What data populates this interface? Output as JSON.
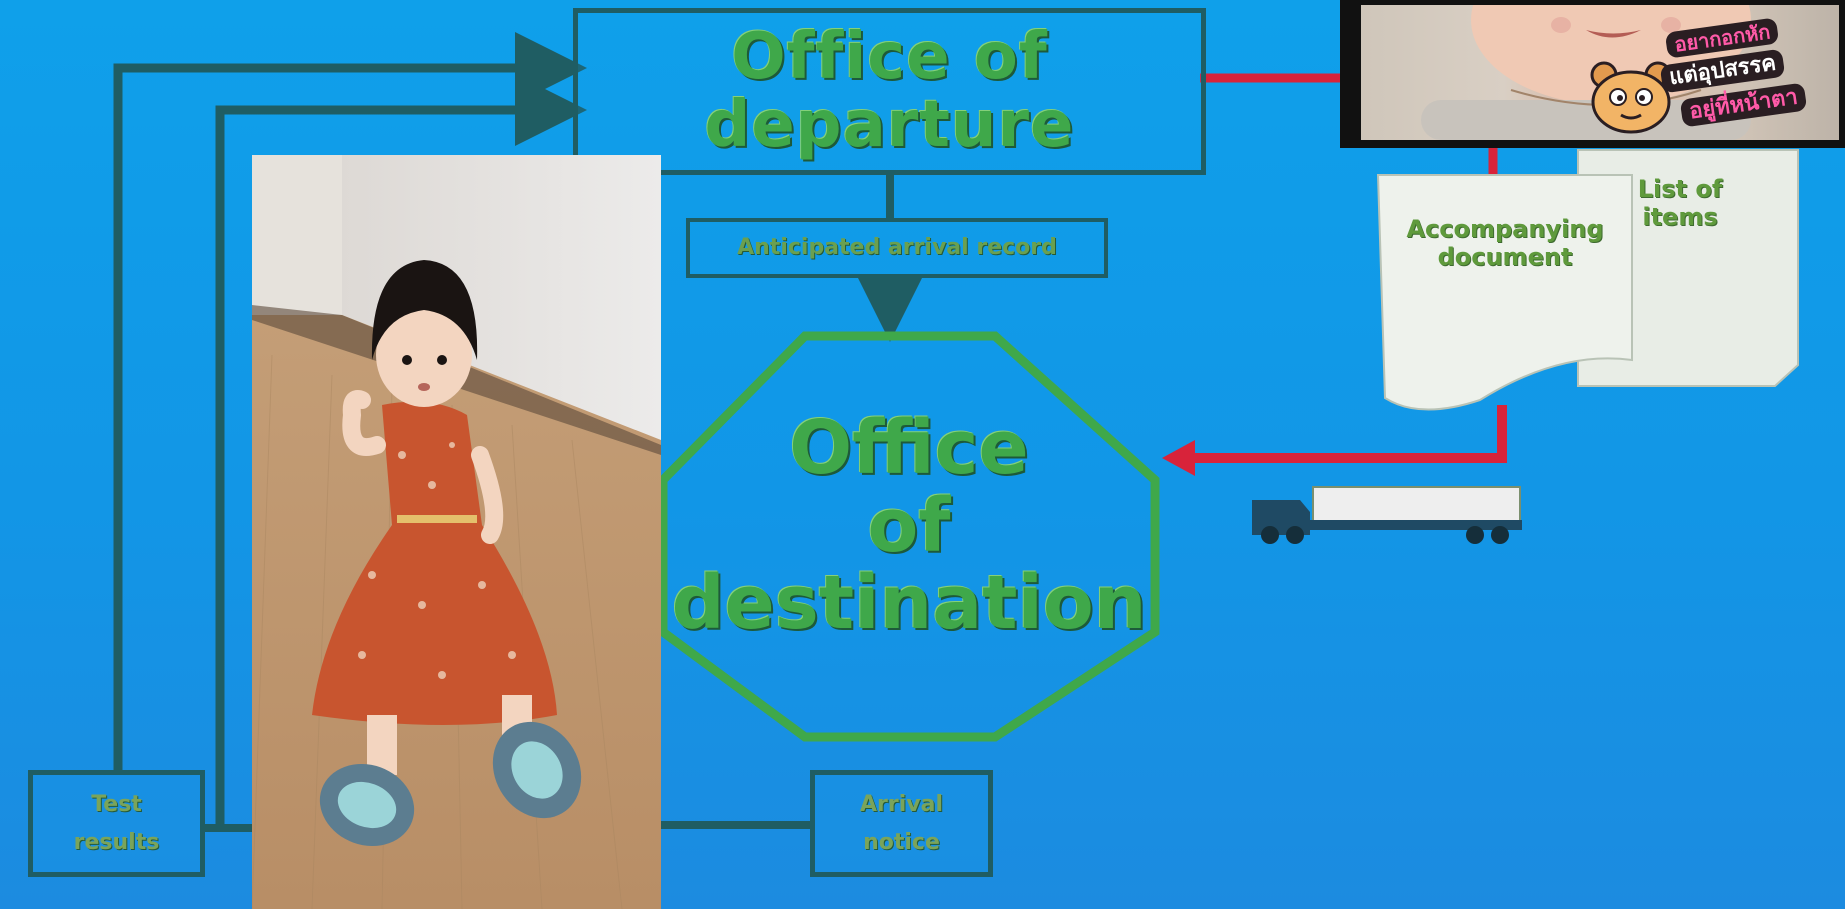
{
  "diagram": {
    "office_departure": {
      "line1": "Office of",
      "line2": "departure"
    },
    "anticipated": "Anticipated arrival record",
    "office_destination": {
      "line1": "Office",
      "line2": "of",
      "line3": "destination"
    },
    "left_box": {
      "line1": "Test",
      "line2": "results"
    },
    "arrival_box": {
      "line1": "Arrival",
      "line2": "notice"
    },
    "doc_accompanying": {
      "line1": "Accompanying",
      "line2": "document"
    },
    "doc_list": {
      "line1": "List of",
      "line2": "items"
    }
  },
  "sticker": {
    "line1": "อยากอกหัก",
    "line2": "แต่อุปสรรค",
    "line3": "อยู่ที่หน้าตา"
  },
  "colors": {
    "background": "#1296e6",
    "box_border": "#1f5d63",
    "octagon_green": "#3fa84a",
    "text_green": "#3fa84a",
    "red_arrow": "#d8233a"
  },
  "icons": {
    "truck": "truck-icon",
    "bear": "bear-sticker-icon"
  }
}
